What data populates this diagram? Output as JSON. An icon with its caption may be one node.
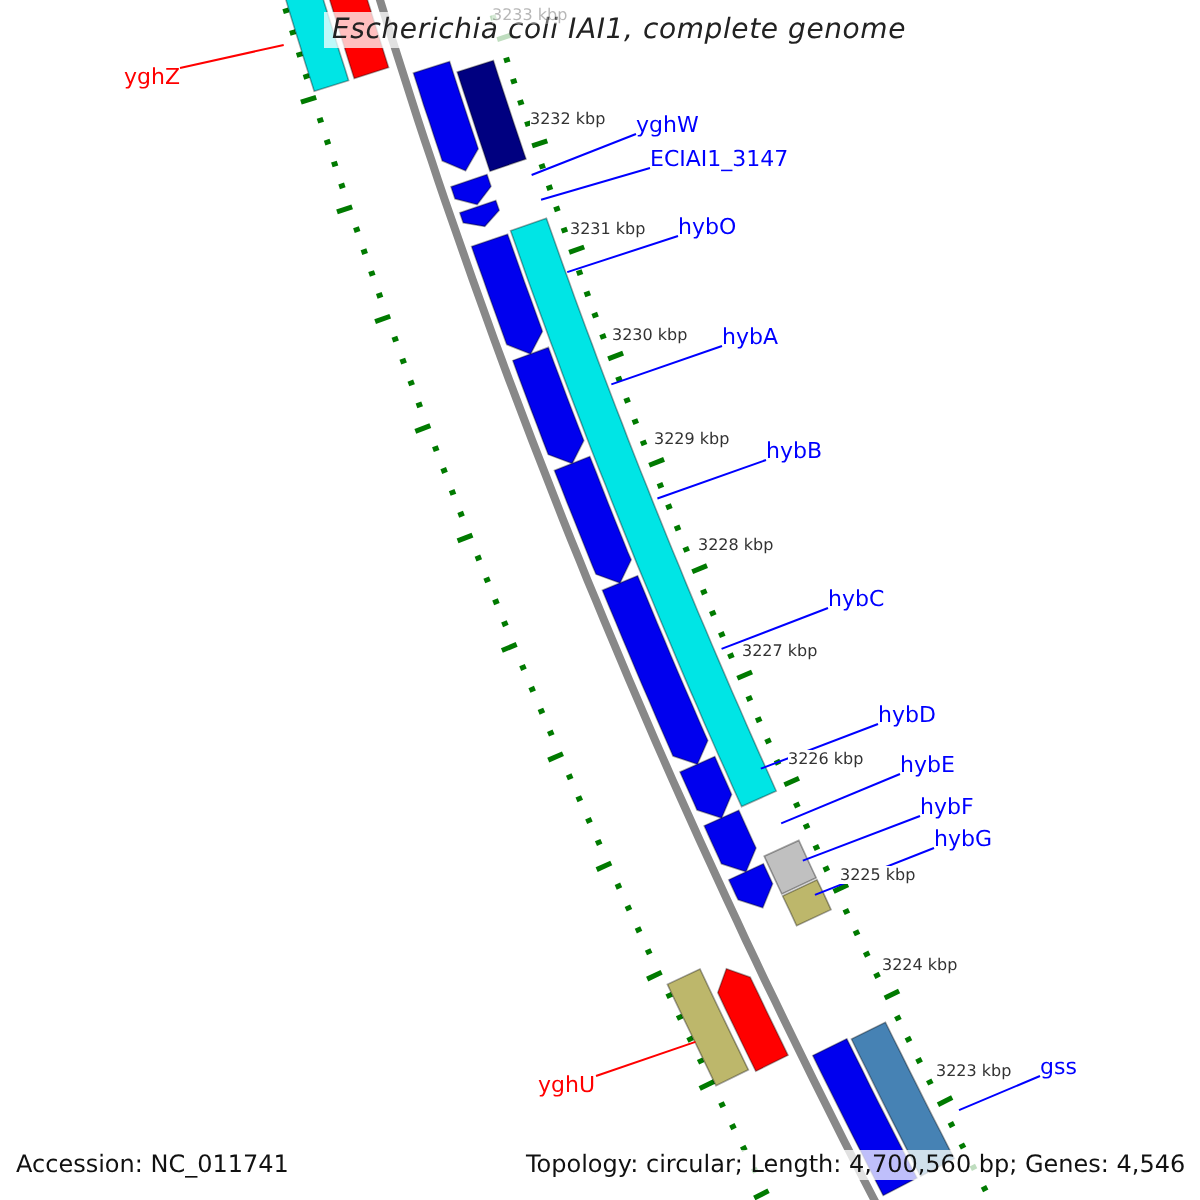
{
  "diagram": {
    "title": "Escherichia coli IAI1, complete genome",
    "nodes": [
      {
        "text": [
          "yghZ"
        ]
      },
      {
        "text": [
          "yghW"
        ]
      },
      {
        "text": [
          "ECIAI1_3147"
        ]
      },
      {
        "text": [
          "hybO"
        ]
      },
      {
        "text": [
          "hybA"
        ]
      },
      {
        "text": [
          "hybB"
        ]
      },
      {
        "text": [
          "hybC"
        ]
      },
      {
        "text": [
          "hybD"
        ]
      },
      {
        "text": [
          "hybE"
        ]
      },
      {
        "text": [
          "hybF"
        ]
      },
      {
        "text": [
          "hybG"
        ]
      },
      {
        "text": [
          "yghU"
        ]
      },
      {
        "text": [
          "gss"
        ]
      }
    ],
    "edges": [
      {
        "from": 0,
        "to": null,
        "arrow": "none",
        "color": "#ff0000"
      },
      {
        "from": 1,
        "to": null,
        "arrow": "none"
      },
      {
        "from": 2,
        "to": null,
        "arrow": "none"
      },
      {
        "from": 3,
        "to": null,
        "arrow": "none"
      },
      {
        "from": 4,
        "to": null,
        "arrow": "none"
      },
      {
        "from": 5,
        "to": null,
        "arrow": "none"
      },
      {
        "from": 6,
        "to": null,
        "arrow": "none"
      },
      {
        "from": 7,
        "to": null,
        "arrow": "none"
      },
      {
        "from": 8,
        "to": null,
        "arrow": "none"
      },
      {
        "from": 9,
        "to": null,
        "arrow": "none"
      },
      {
        "from": 10,
        "to": null,
        "arrow": "none"
      },
      {
        "from": 11,
        "to": null,
        "arrow": "none",
        "color": "#ff0000"
      },
      {
        "from": 12,
        "to": null,
        "arrow": "none"
      }
    ],
    "labels": [
      "3233 kbp",
      "3232 kbp",
      "3231 kbp",
      "3230 kbp",
      "3229 kbp",
      "3228 kbp",
      "3227 kbp",
      "3226 kbp",
      "3225 kbp",
      "3224 kbp",
      "3223 kbp",
      "Accession: NC_011741",
      "Topology: circular; Length: 4,700,560 bp; Genes: 4,546"
    ]
  }
}
